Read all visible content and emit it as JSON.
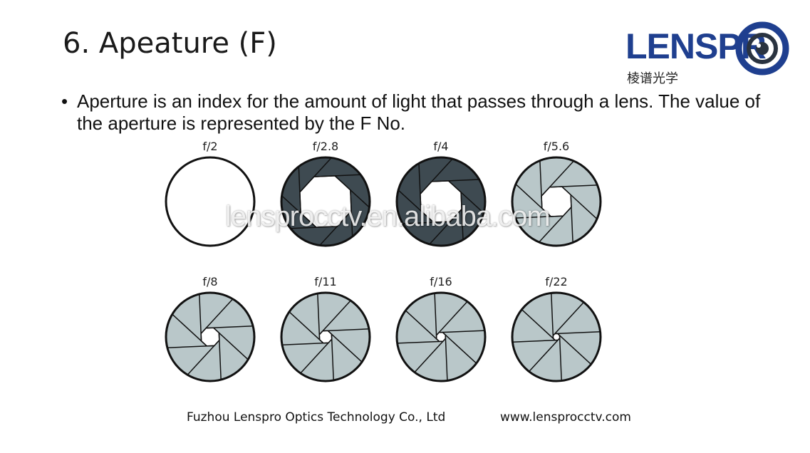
{
  "slide": {
    "title": "6. Apeature (F)",
    "bullet": "Aperture is an index for the amount of light that passes through a lens. The value of the aperture is represented by the F No."
  },
  "logo": {
    "brand": "LENSPR",
    "subtitle": "棱谱光学",
    "brand_color": "#1f3f8f"
  },
  "figure": {
    "apertures": [
      {
        "label": "f/2",
        "opening": 1.0,
        "fill": "#ffffff"
      },
      {
        "label": "f/2.8",
        "opening": 0.62,
        "fill": "#3e4a51"
      },
      {
        "label": "f/4",
        "opening": 0.5,
        "fill": "#3e4a51"
      },
      {
        "label": "f/5.6",
        "opening": 0.36,
        "fill": "#b9c7c9"
      },
      {
        "label": "f/8",
        "opening": 0.22,
        "fill": "#b9c7c9"
      },
      {
        "label": "f/11",
        "opening": 0.15,
        "fill": "#b9c7c9"
      },
      {
        "label": "f/16",
        "opening": 0.11,
        "fill": "#b9c7c9"
      },
      {
        "label": "f/22",
        "opening": 0.08,
        "fill": "#b9c7c9"
      }
    ],
    "watermark": "lensprocctv.en.alibaba.com"
  },
  "footer": {
    "company": "Fuzhou Lenspro Optics Technology Co., Ltd",
    "website": "www.lensprocctv.com"
  }
}
